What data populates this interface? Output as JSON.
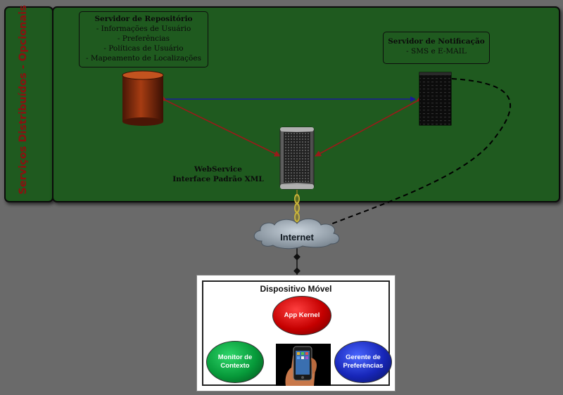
{
  "side_panel": {
    "label": "Serviços Distribuídos - Opcionais"
  },
  "repository": {
    "title": "Servidor de Repositório",
    "items": [
      "- Informações de Usuário",
      "- Preferências",
      "- Políticas de Usuário",
      "- Mapeamento de Localizações"
    ]
  },
  "notification": {
    "title": "Servidor de Notificação",
    "subtitle": "- SMS e E-MAIL"
  },
  "webservice": {
    "line1": "WebService",
    "line2": "Interface Padrão XML"
  },
  "internet": {
    "label": "Internet"
  },
  "device": {
    "title": "Dispositivo Móvel",
    "app_kernel": "App Kernel",
    "context_monitor": [
      "Monitor de",
      "Contexto"
    ],
    "preferences_manager": [
      "Gerente de",
      "Preferências"
    ]
  },
  "colors": {
    "background": "#6a6a6a",
    "panel_green": "#1f5a1f",
    "side_label": "#8c1010",
    "arrow_blue": "#1a1a9a",
    "arrow_red": "#9a1a1a"
  },
  "icons": [
    "database-icon",
    "notification-server-icon",
    "webservice-server-icon",
    "cloud-icon",
    "smartphone-icon"
  ]
}
